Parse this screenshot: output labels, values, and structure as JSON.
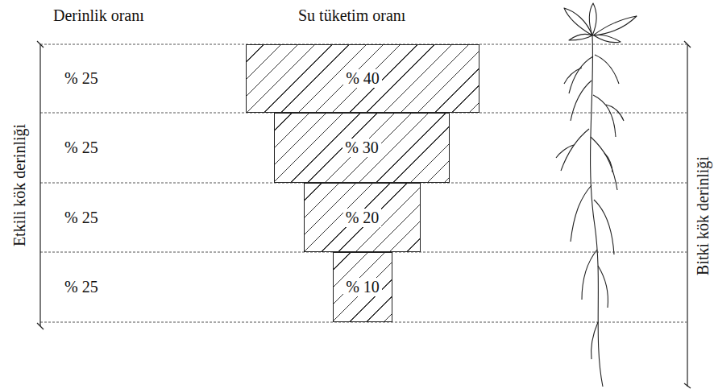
{
  "diagram": {
    "nodes": [
      {
        "text": [
          "% 40"
        ]
      },
      {
        "text": [
          "% 30"
        ]
      },
      {
        "text": [
          "% 20"
        ]
      },
      {
        "text": [
          "% 10"
        ]
      }
    ],
    "labels": [
      "Derinlik oranı",
      "Su tüketim oranı",
      "% 25",
      "% 25",
      "% 25",
      "% 25",
      "Etkili kök derinliği",
      "Bitki kök derinliği"
    ]
  }
}
